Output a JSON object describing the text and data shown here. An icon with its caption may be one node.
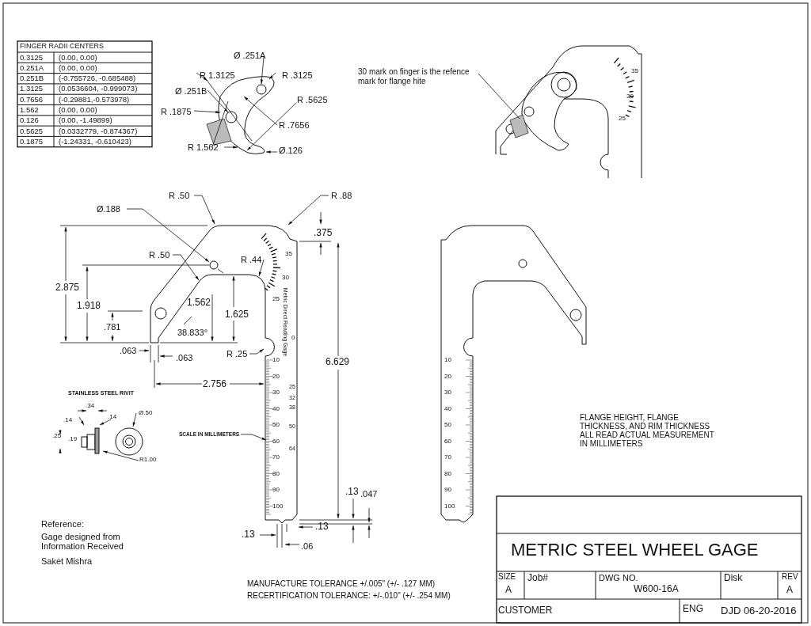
{
  "diagram": {
    "nodes": [
      {
        "text": [
          "30 mark on finger is the refence mark for flange hite"
        ]
      },
      {
        "text": [
          "SCALE IN MILLIMETERS"
        ]
      },
      {
        "text": [],
        "shape": "scale"
      }
    ],
    "edges": [
      {
        "from": 0,
        "to": null,
        "arrow": "none"
      },
      {
        "from": 1,
        "to": 2,
        "arrow": "to"
      }
    ],
    "labels": [
      "FINGER RADII CENTERS",
      "0.3125",
      "(0.00, 0.00)",
      "0.251A",
      "(0.00, 0.00)",
      "0.251B",
      "(-0.755726, -0.685488)",
      "1.3125",
      "(0.0536604, -0.999073)",
      "0.7656",
      "(-0.29881,-0.573978)",
      "1.562",
      "(0.00, 0.00)",
      "0.126",
      "(0.00, -1.49899)",
      "0.5625",
      "(0.0332779, -0.874367)",
      "0.1875",
      "(-1.24331, -0.610423)",
      "Ø .251A",
      "R 1.3125",
      "R .3125",
      "Ø .251B",
      "R .5625",
      "R .1875",
      "R .7656",
      "R 1.562",
      "Ø.126",
      "35",
      "30",
      "25",
      "R .50",
      "R .88",
      "Ø.188",
      ".375",
      "R .50",
      "R .44",
      "35",
      "30",
      "25",
      "2.875",
      "1.918",
      "1.562",
      "1.625",
      ".781",
      "38.833°",
      "Metric Direct Reading Gage",
      "0",
      ".063",
      ".063",
      "R .25",
      "6.629",
      "10",
      "20",
      "30",
      "40",
      "50",
      "60",
      "70",
      "80",
      "90",
      "100",
      "25",
      "32",
      "38",
      "50",
      "64",
      "2.756",
      ".13",
      ".047",
      ".13",
      ".13",
      ".06",
      "STAINLESS STEEL RIVIT",
      ".34",
      ".14",
      ".14",
      "Ø.50",
      ".25",
      ".19",
      "R1.00",
      "10",
      "20",
      "30",
      "40",
      "50",
      "60",
      "70",
      "80",
      "90",
      "100",
      "FLANGE HEIGHT, FLANGE THICKNESS, AND RIM THICKNESS ALL READ ACTUAL MEASUREMENT IN MILLIMETERS",
      "Reference:",
      "Gage designed from Information Received",
      "Saket Mishra",
      "MANUFACTURE TOLERANCE +/.005\" (+/- .127 MM)",
      "RECERTIFICATION TOLERANCE: +/-.010\" (+/- .254 MM)",
      "METRIC STEEL WHEEL GAGE",
      "SIZE",
      "A",
      "Job#",
      "DWG NO.",
      "W600-16A",
      "Disk",
      "REV",
      "A",
      "CUSTOMER",
      "ENG",
      "DJD 06-20-2016"
    ]
  }
}
